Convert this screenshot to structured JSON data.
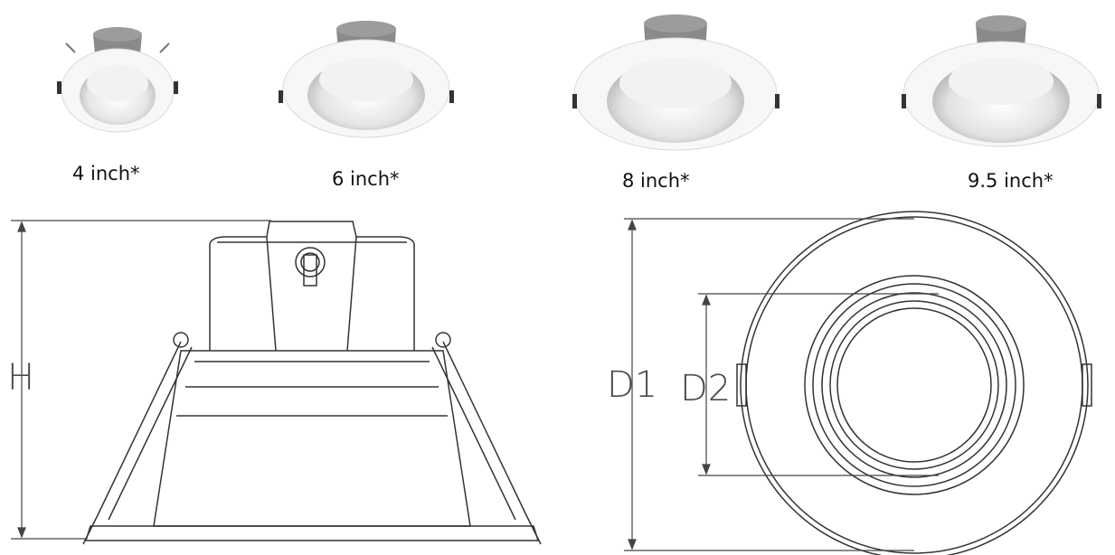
{
  "products": [
    {
      "size": "4 inch*"
    },
    {
      "size": "6 inch*"
    },
    {
      "size": "8 inch*"
    },
    {
      "size": "9.5 inch*"
    }
  ],
  "dimensions": {
    "height": "H",
    "outer_diameter": "D1",
    "inner_diameter": "D2"
  },
  "colors": {
    "trim": "#f4f4f4",
    "housing": "#8a8a8a",
    "line": "#333333",
    "dimension_line": "#444444"
  }
}
